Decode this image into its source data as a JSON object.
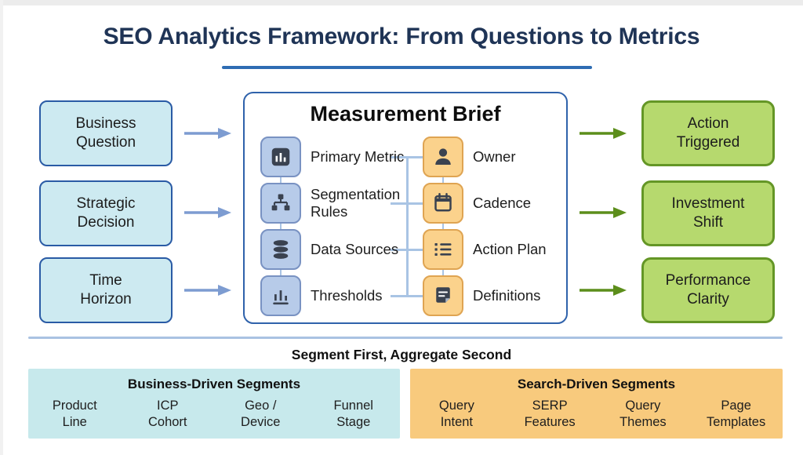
{
  "title": {
    "text": "SEO Analytics Framework: From Questions to Metrics"
  },
  "inputs": [
    {
      "line1": "Business",
      "line2": "Question"
    },
    {
      "line1": "Strategic",
      "line2": "Decision"
    },
    {
      "line1": "Time",
      "line2": "Horizon"
    }
  ],
  "brief": {
    "title": "Measurement Brief",
    "left_items": [
      {
        "icon": "bar-chart-icon",
        "label": "Primary Metric"
      },
      {
        "icon": "sitemap-icon",
        "label": "Segmentation Rules"
      },
      {
        "icon": "database-icon",
        "label": "Data Sources"
      },
      {
        "icon": "histogram-icon",
        "label": "Thresholds"
      }
    ],
    "right_items": [
      {
        "icon": "person-icon",
        "label": "Owner"
      },
      {
        "icon": "calendar-icon",
        "label": "Cadence"
      },
      {
        "icon": "list-icon",
        "label": "Action Plan"
      },
      {
        "icon": "note-icon",
        "label": "Definitions"
      }
    ]
  },
  "outcomes": [
    {
      "line1": "Action",
      "line2": "Triggered"
    },
    {
      "line1": "Investment",
      "line2": "Shift"
    },
    {
      "line1": "Performance",
      "line2": "Clarity"
    }
  ],
  "segments": {
    "heading": "Segment First, Aggregate Second",
    "panels": [
      {
        "title": "Business-Driven Segments",
        "items": [
          {
            "line1": "Product",
            "line2": "Line"
          },
          {
            "line1": "ICP",
            "line2": "Cohort"
          },
          {
            "line1": "Geo /",
            "line2": "Device"
          },
          {
            "line1": "Funnel",
            "line2": "Stage"
          }
        ]
      },
      {
        "title": "Search-Driven Segments",
        "items": [
          {
            "line1": "Query",
            "line2": "Intent"
          },
          {
            "line1": "SERP",
            "line2": "Features"
          },
          {
            "line1": "Query",
            "line2": "Themes"
          },
          {
            "line1": "Page",
            "line2": "Templates"
          }
        ]
      }
    ]
  },
  "colors": {
    "title": "#1f3456",
    "underline": "#2e6cb3",
    "input_fill": "#cdeaf1",
    "input_border": "#2a5ba5",
    "arrow_blue": "#7d9cd1",
    "brief_border": "#2f62ab",
    "icon_blue_fill": "#b7cbe9",
    "icon_blue_border": "#7992c2",
    "icon_orange_fill": "#fbd28c",
    "icon_orange_border": "#dfa452",
    "connector": "#a9c4e4",
    "outcome_fill": "#b6d96e",
    "outcome_border": "#649626",
    "arrow_green": "#5c8e1b",
    "divider": "#a9c2e2",
    "panel_teal": "#c7e9ec",
    "panel_orange": "#f8ca7d"
  }
}
